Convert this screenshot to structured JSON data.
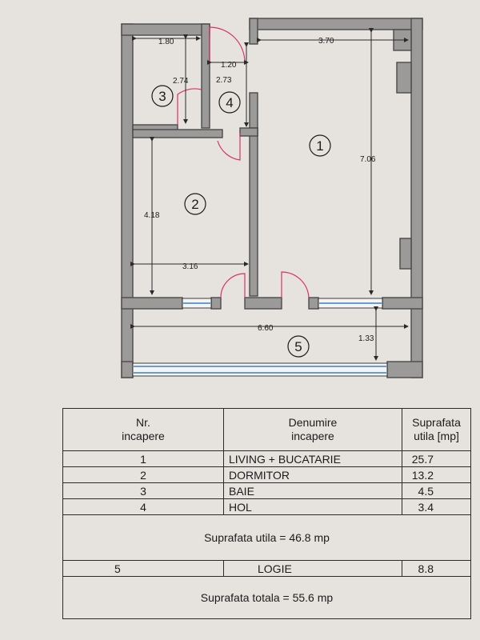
{
  "plan": {
    "dimensions": {
      "bath_width": "1.80",
      "bath_height": "2.74",
      "hall_width": "1.20",
      "hall_height": "2.73",
      "living_width": "3.70",
      "living_height": "7.06",
      "bedroom_height": "4.18",
      "bedroom_width": "3.16",
      "loggia_width": "6.60",
      "loggia_depth": "1.33"
    },
    "room_markers": [
      "1",
      "2",
      "3",
      "4",
      "5"
    ],
    "colors": {
      "wall": "#9c9a99",
      "door": "#d6336c",
      "window": "#3c7fc0"
    }
  },
  "table": {
    "headers": {
      "number": [
        "Nr.",
        "incapere"
      ],
      "name": [
        "Denumire",
        "incapere"
      ],
      "area": [
        "Suprafata",
        "utila [mp]"
      ]
    },
    "rows": [
      {
        "nr": "1",
        "name": "LIVING + BUCATARIE",
        "area": "25.7"
      },
      {
        "nr": "2",
        "name": "DORMITOR",
        "area": "13.2"
      },
      {
        "nr": "3",
        "name": "BAIE",
        "area": "4.5"
      },
      {
        "nr": "4",
        "name": "HOL",
        "area": "3.4"
      }
    ],
    "useful_total": "Suprafata utila = 46.8 mp",
    "loggia_row": {
      "nr": "5",
      "name": "LOGIE",
      "area": "8.8"
    },
    "grand_total": "Suprafata totala = 55.6 mp"
  }
}
